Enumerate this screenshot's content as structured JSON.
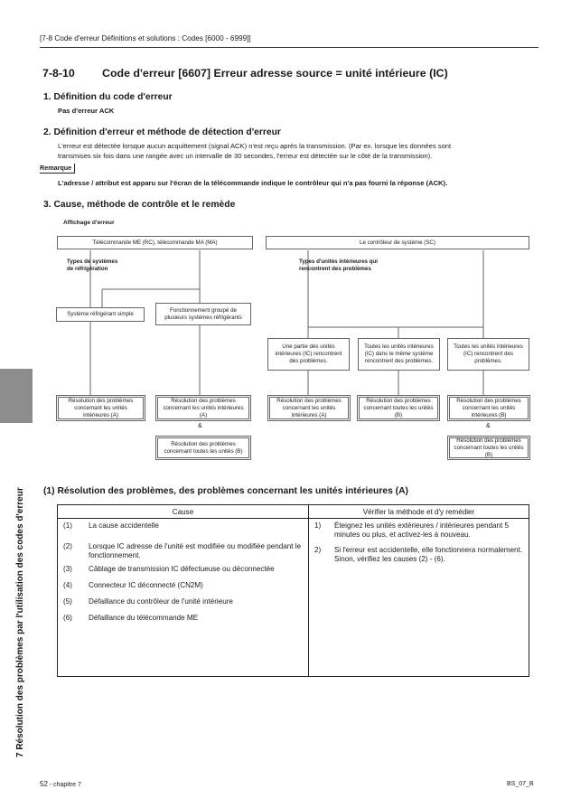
{
  "header": {
    "breadcrumb": "[7-8 Code d'erreur Définitions et solutions : Codes [6000 - 6999]]"
  },
  "section": {
    "number": "7-8-10",
    "title": "Code d'erreur [6607] Erreur adresse source = unité intérieure (IC)"
  },
  "s1": {
    "title": "1.  Définition du code d'erreur",
    "text": "Pas d'erreur ACK"
  },
  "s2": {
    "title": "2.  Définition d'erreur et méthode de détection d'erreur",
    "line1": "L'erreur est détectée lorsque aucun acquittement (signal ACK) n'est reçu après la transmission. (Par ex. lorsque les données sont",
    "line2": "transmises six fois dans une rangée avec un intervalle de 30 secondes, l'erreur est détectée sur le côté de la transmission).",
    "remark_label": "Remarque",
    "remark_text": "L'adresse / attribut est apparu sur l'écran de la télécommande indique le contrôleur qui n'a pas fourni la réponse (ACK)."
  },
  "s3": {
    "title": "3.  Cause, méthode de contrôle et le remède",
    "display_label": "Affichage d'erreur"
  },
  "diagram": {
    "left_header": "Télécommande ME (RC), télécommande MA (MA)",
    "right_header": "Le contrôleur de système (SC)",
    "left_types_l1": "Types de systèmes",
    "left_types_l2": "de réfrigération",
    "right_types_l1": "Types d'unités intérieures qui",
    "right_types_l2": "rencontrent des problèmes",
    "simple_system": "Système réfrigérant simple",
    "group_l1": "Fonctionnement groupé de",
    "group_l2": "plusieurs systèmes réfrigérants",
    "some_units": [
      "Une partie des unités",
      "intérieures (IC) rencontrent",
      "des problèmes."
    ],
    "all_units_same": [
      "Toutes les unités intérieures",
      "(IC) dans le même système",
      "rencontrent des problèmes."
    ],
    "all_units": [
      "Toutes les unités intérieures",
      "(IC) rencontrent des",
      "problèmes."
    ],
    "res_a": [
      "Résolution des problèmes",
      "concernant les unités",
      "intérieures (A)"
    ],
    "res_a_short": [
      "Résolution des problèmes",
      "concernant les unités intérieures (A)"
    ],
    "res_b": [
      "Résolution des problèmes",
      "concernant toutes les unités (B)"
    ],
    "res_b_alt": [
      "Résolution des problèmes",
      "concernant les unités",
      "intérieures (B)"
    ],
    "amp": "&"
  },
  "subsection": {
    "title": "(1)  Résolution des problèmes, des problèmes concernant les unités intérieures (A)"
  },
  "table": {
    "col_cause": "Cause",
    "col_check": "Vérifier la méthode et d'y remédier",
    "causes": [
      {
        "n": "(1)",
        "text": "La cause accidentelle"
      },
      {
        "n": "(2)",
        "text": "Lorsque IC adresse de l'unité est modifiée ou modifiée pendant le fonctionnement."
      },
      {
        "n": "(3)",
        "text": "Câblage de transmission IC défectueuse ou déconnectée"
      },
      {
        "n": "(4)",
        "text": "Connecteur IC déconnecté (CN2M)"
      },
      {
        "n": "(5)",
        "text": "Défaillance du contrôleur de l'unité intérieure"
      },
      {
        "n": "(6)",
        "text": "Défaillance du télécommande ME"
      }
    ],
    "checks": [
      {
        "n": "1)",
        "text": "Éteignez les unités extérieures / intérieures pendant 5 minutes ou plus, et activez-les à nouveau."
      },
      {
        "n": "2)",
        "text": "Si l'erreur est accidentelle, elle fonctionnera normalement. Sinon, vérifiez les causes (2) - (6)."
      }
    ]
  },
  "side_tab": "7 Résolution des problèmes par l'utilisation des codes d'erreur",
  "footer": {
    "page": "52",
    "chapter": " - chapitre 7",
    "code": "BS_07_B"
  }
}
